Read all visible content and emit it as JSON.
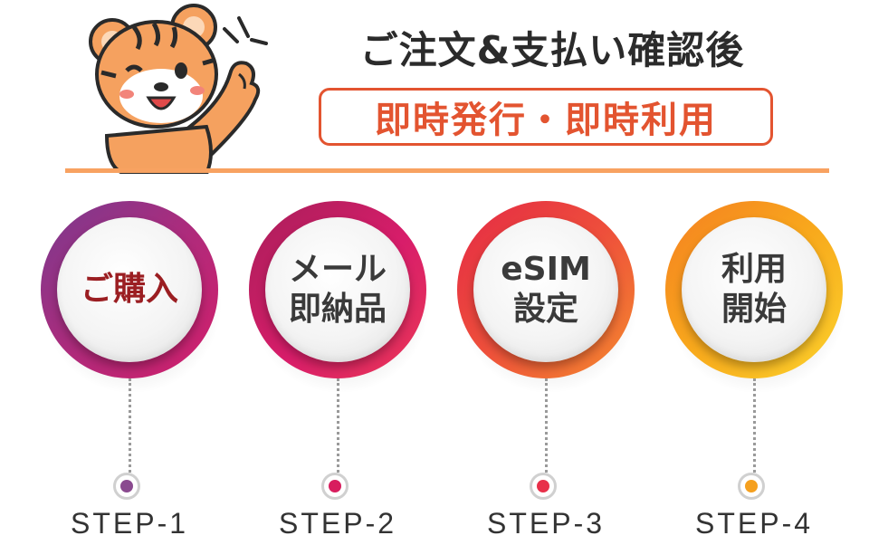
{
  "header": {
    "title": "ご注文&支払い確認後",
    "badge": "即時発行・即時利用"
  },
  "steps": [
    {
      "line1": "ご購入",
      "line2": "",
      "label": "STEP-1",
      "color": "#8a4a8f"
    },
    {
      "line1": "メール",
      "line2": "即納品",
      "label": "STEP-2",
      "color": "#d81d5e"
    },
    {
      "line1": "eSIM",
      "line2": "設定",
      "label": "STEP-3",
      "color": "#e8304a"
    },
    {
      "line1": "利用",
      "line2": "開始",
      "label": "STEP-4",
      "color": "#f5a01f"
    }
  ],
  "colors": {
    "accent": "#e35430",
    "divider": "#f8a261",
    "step1_text": "#9b1e22"
  },
  "mascot": {
    "icon": "tiger-mascot-icon"
  }
}
